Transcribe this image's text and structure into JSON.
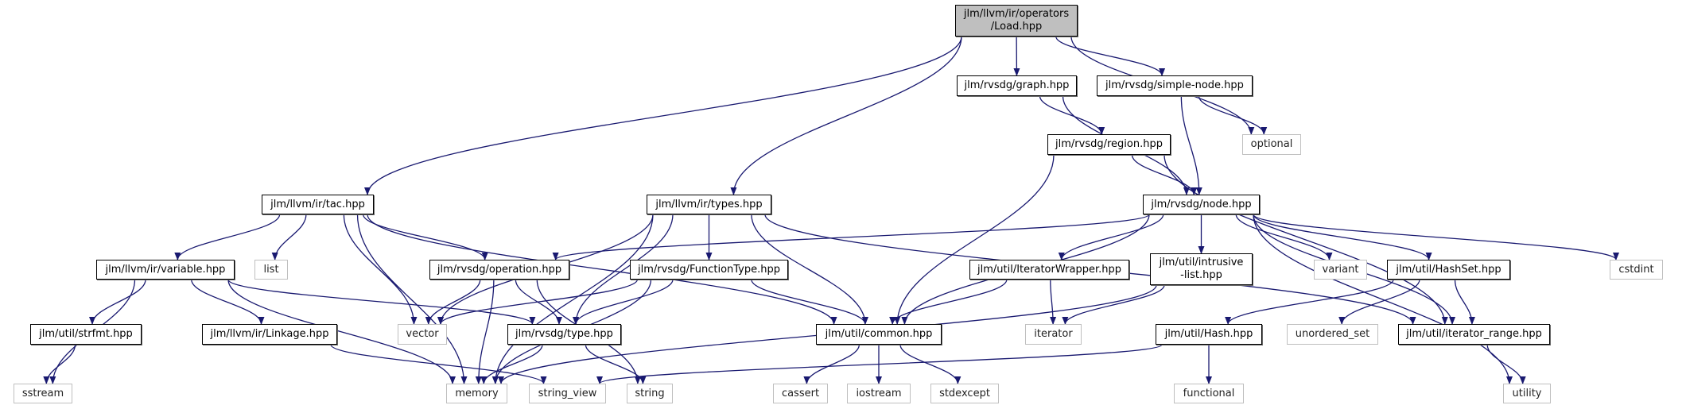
{
  "colors": {
    "edge": "#191970",
    "focus_fill": "#bfbfbf",
    "system_border": "#bfbfbf",
    "local_border": "#000000"
  },
  "nodes": [
    {
      "id": "load",
      "label": "jlm/llvm/ir/operators\n/Load.hpp",
      "kind": "focus"
    },
    {
      "id": "graph",
      "label": "jlm/rvsdg/graph.hpp",
      "kind": "local"
    },
    {
      "id": "simplenode",
      "label": "jlm/rvsdg/simple-node.hpp",
      "kind": "local"
    },
    {
      "id": "optional",
      "label": "optional",
      "kind": "system"
    },
    {
      "id": "region",
      "label": "jlm/rvsdg/region.hpp",
      "kind": "local"
    },
    {
      "id": "tac",
      "label": "jlm/llvm/ir/tac.hpp",
      "kind": "local"
    },
    {
      "id": "types",
      "label": "jlm/llvm/ir/types.hpp",
      "kind": "local"
    },
    {
      "id": "node",
      "label": "jlm/rvsdg/node.hpp",
      "kind": "local"
    },
    {
      "id": "variable",
      "label": "jlm/llvm/ir/variable.hpp",
      "kind": "local"
    },
    {
      "id": "list",
      "label": "list",
      "kind": "system"
    },
    {
      "id": "operation",
      "label": "jlm/rvsdg/operation.hpp",
      "kind": "local"
    },
    {
      "id": "functiontype",
      "label": "jlm/rvsdg/FunctionType.hpp",
      "kind": "local"
    },
    {
      "id": "iteratorwrapper",
      "label": "jlm/util/IteratorWrapper.hpp",
      "kind": "local"
    },
    {
      "id": "intrusivelist",
      "label": "jlm/util/intrusive\n-list.hpp",
      "kind": "local"
    },
    {
      "id": "variant",
      "label": "variant",
      "kind": "system"
    },
    {
      "id": "hashset",
      "label": "jlm/util/HashSet.hpp",
      "kind": "local"
    },
    {
      "id": "cstdint",
      "label": "cstdint",
      "kind": "system"
    },
    {
      "id": "strfmt",
      "label": "jlm/util/strfmt.hpp",
      "kind": "local"
    },
    {
      "id": "linkage",
      "label": "jlm/llvm/ir/Linkage.hpp",
      "kind": "local"
    },
    {
      "id": "vector",
      "label": "vector",
      "kind": "system"
    },
    {
      "id": "type",
      "label": "jlm/rvsdg/type.hpp",
      "kind": "local"
    },
    {
      "id": "common",
      "label": "jlm/util/common.hpp",
      "kind": "local"
    },
    {
      "id": "iterator",
      "label": "iterator",
      "kind": "system"
    },
    {
      "id": "hash",
      "label": "jlm/util/Hash.hpp",
      "kind": "local"
    },
    {
      "id": "unorderedset",
      "label": "unordered_set",
      "kind": "system"
    },
    {
      "id": "iteratorrange",
      "label": "jlm/util/iterator_range.hpp",
      "kind": "local"
    },
    {
      "id": "sstream",
      "label": "sstream",
      "kind": "system"
    },
    {
      "id": "memory",
      "label": "memory",
      "kind": "system"
    },
    {
      "id": "stringview",
      "label": "string_view",
      "kind": "system"
    },
    {
      "id": "string",
      "label": "string",
      "kind": "system"
    },
    {
      "id": "cassert",
      "label": "cassert",
      "kind": "system"
    },
    {
      "id": "iostream",
      "label": "iostream",
      "kind": "system"
    },
    {
      "id": "stdexcept",
      "label": "stdexcept",
      "kind": "system"
    },
    {
      "id": "functional",
      "label": "functional",
      "kind": "system"
    },
    {
      "id": "utility",
      "label": "utility",
      "kind": "system"
    }
  ],
  "edges": [
    [
      "load",
      "tac"
    ],
    [
      "load",
      "types"
    ],
    [
      "load",
      "graph"
    ],
    [
      "load",
      "simplenode"
    ],
    [
      "load",
      "optional"
    ],
    [
      "graph",
      "region"
    ],
    [
      "graph",
      "node"
    ],
    [
      "simplenode",
      "optional"
    ],
    [
      "simplenode",
      "node"
    ],
    [
      "region",
      "node"
    ],
    [
      "region",
      "common"
    ],
    [
      "region",
      "iteratorrange"
    ],
    [
      "tac",
      "memory"
    ],
    [
      "tac",
      "variable"
    ],
    [
      "tac",
      "list"
    ],
    [
      "tac",
      "vector"
    ],
    [
      "tac",
      "operation"
    ],
    [
      "tac",
      "common"
    ],
    [
      "types",
      "memory"
    ],
    [
      "types",
      "vector"
    ],
    [
      "types",
      "type"
    ],
    [
      "types",
      "functiontype"
    ],
    [
      "types",
      "common"
    ],
    [
      "types",
      "iteratorrange"
    ],
    [
      "node",
      "operation"
    ],
    [
      "node",
      "common"
    ],
    [
      "node",
      "iteratorwrapper"
    ],
    [
      "node",
      "intrusivelist"
    ],
    [
      "node",
      "variant"
    ],
    [
      "node",
      "hashset"
    ],
    [
      "node",
      "iteratorrange"
    ],
    [
      "node",
      "cstdint"
    ],
    [
      "node",
      "utility"
    ],
    [
      "variable",
      "sstream"
    ],
    [
      "variable",
      "strfmt"
    ],
    [
      "variable",
      "memory"
    ],
    [
      "variable",
      "linkage"
    ],
    [
      "variable",
      "type"
    ],
    [
      "strfmt",
      "sstream"
    ],
    [
      "linkage",
      "stringview"
    ],
    [
      "operation",
      "vector"
    ],
    [
      "operation",
      "memory"
    ],
    [
      "operation",
      "type"
    ],
    [
      "operation",
      "string"
    ],
    [
      "functiontype",
      "vector"
    ],
    [
      "functiontype",
      "type"
    ],
    [
      "functiontype",
      "memory"
    ],
    [
      "functiontype",
      "common"
    ],
    [
      "type",
      "memory"
    ],
    [
      "type",
      "string"
    ],
    [
      "common",
      "cassert"
    ],
    [
      "common",
      "iostream"
    ],
    [
      "common",
      "stdexcept"
    ],
    [
      "iteratorwrapper",
      "common"
    ],
    [
      "iteratorwrapper",
      "iterator"
    ],
    [
      "intrusivelist",
      "iterator"
    ],
    [
      "intrusivelist",
      "memory"
    ],
    [
      "hashset",
      "hash"
    ],
    [
      "hashset",
      "unorderedset"
    ],
    [
      "hashset",
      "iteratorrange"
    ],
    [
      "hash",
      "functional"
    ],
    [
      "hash",
      "stringview"
    ],
    [
      "iteratorrange",
      "utility"
    ]
  ]
}
